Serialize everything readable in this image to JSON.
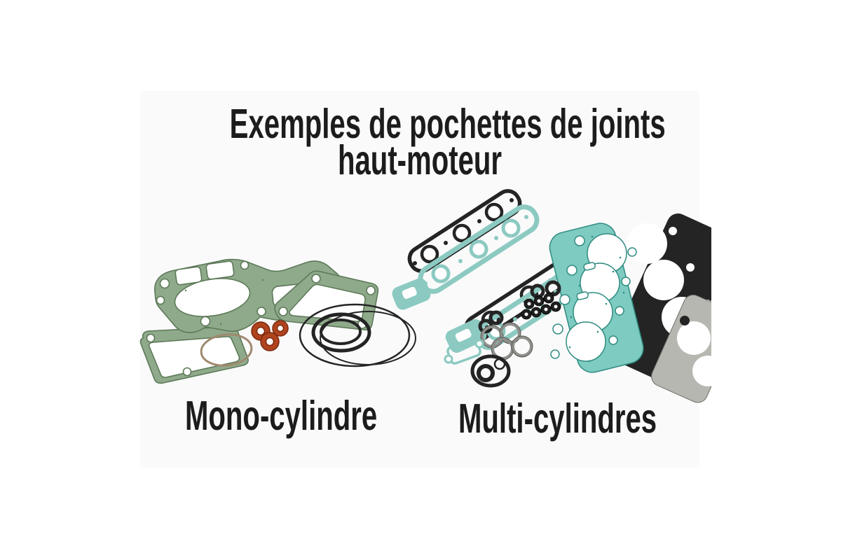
{
  "page": {
    "background": "#ffffff"
  },
  "photo": {
    "background": "#fafafb"
  },
  "title": {
    "line1": "Exemples de pochettes de joints",
    "line2": "haut-moteur"
  },
  "kits": [
    {
      "id": "mono",
      "label": "Mono-cylindre",
      "parts": [
        "cylinder-head-gasket",
        "exhaust-flange-gasket",
        "base-gasket-outline",
        "copper-washers",
        "tan-o-ring",
        "rubber-o-rings"
      ]
    },
    {
      "id": "multi",
      "label": "Multi-cylindres",
      "parts": [
        "valve-cover-gaskets",
        "four-bore-head-gasket-fiber",
        "four-bore-head-gasket-steel",
        "valve-stem-seals",
        "piston-rings",
        "o-rings",
        "small-oil-gaskets",
        "round-cover-gasket"
      ]
    }
  ],
  "colors": {
    "page": "#ffffff",
    "photo": "#fafafb",
    "ink": "#1c1c1c",
    "sage": "#8fa98b",
    "sage-dark": "#5d7a58",
    "teal": "#8ccac1",
    "teal-dark": "#2f8c81",
    "teal-head": "#7ecbc1",
    "copper": "#b0441f",
    "copper-dark": "#7c2a0e",
    "tan": "#a08a6e",
    "black-part": "#242424",
    "steel": "#8f8f8b",
    "gray-gasket": "#b7b7b1"
  }
}
